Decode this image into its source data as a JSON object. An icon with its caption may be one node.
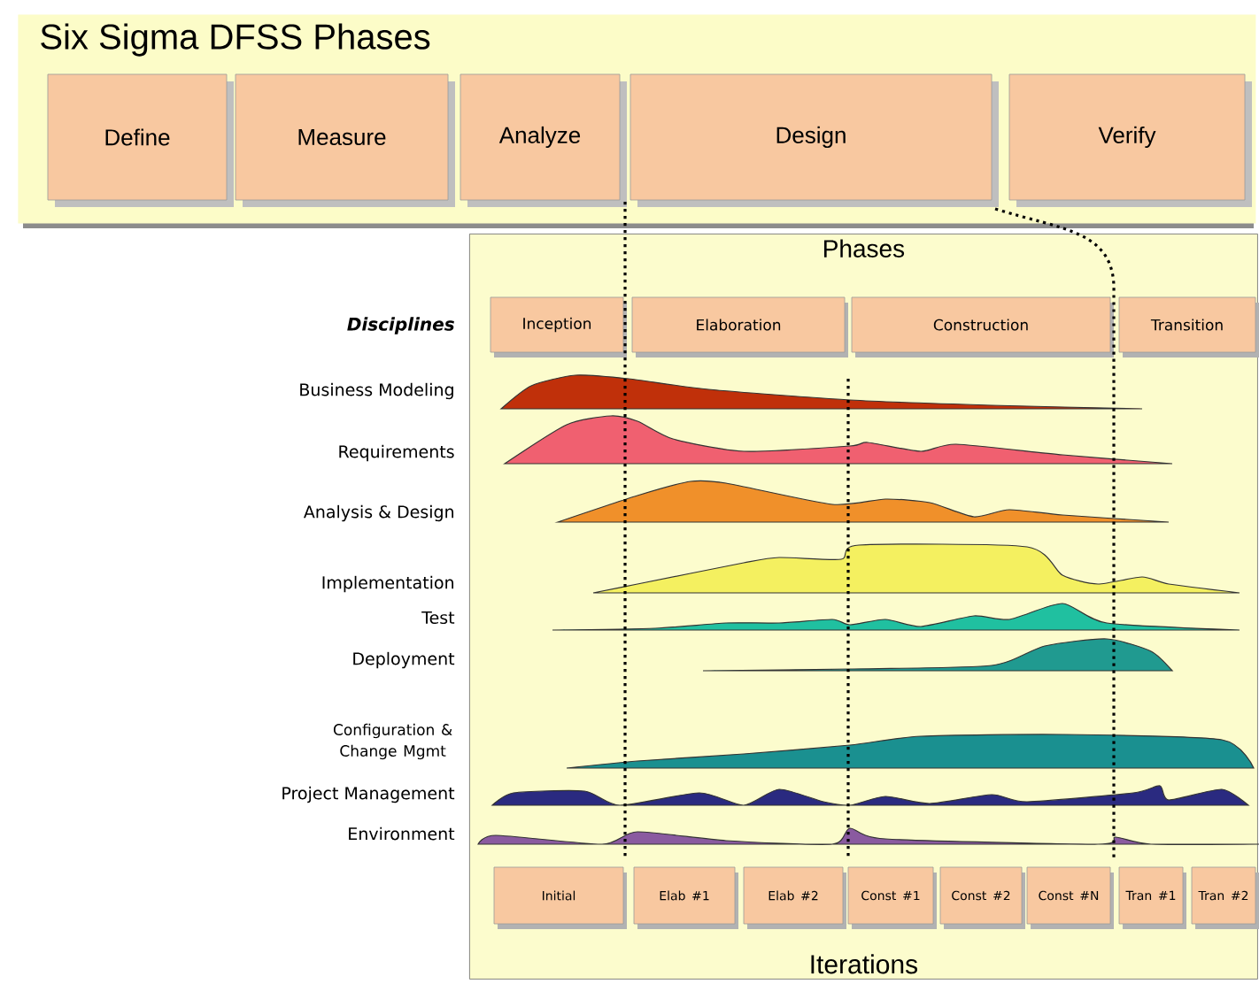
{
  "diagram": {
    "nodes": [
      {
        "text": [
          "Six Sigma DFSS Phases"
        ]
      },
      {
        "text": [
          "Define"
        ],
        "in": 0
      },
      {
        "text": [
          "Measure"
        ],
        "in": 0
      },
      {
        "text": [
          "Analyze"
        ],
        "in": 0
      },
      {
        "text": [
          "Design"
        ],
        "in": 0
      },
      {
        "text": [
          "Verify"
        ],
        "in": 0
      },
      {
        "text": [
          "Phases",
          "Iterations"
        ]
      },
      {
        "text": [
          "Inception"
        ],
        "in": 6
      },
      {
        "text": [
          "Elaboration"
        ],
        "in": 6
      },
      {
        "text": [
          "Construction"
        ],
        "in": 6
      },
      {
        "text": [
          "Transition"
        ],
        "in": 6
      },
      {
        "text": [
          "Initial"
        ],
        "in": 6
      },
      {
        "text": [
          "Elab #1"
        ],
        "in": 6
      },
      {
        "text": [
          "Elab #2"
        ],
        "in": 6
      },
      {
        "text": [
          "Const #1"
        ],
        "in": 6
      },
      {
        "text": [
          "Const #2"
        ],
        "in": 6
      },
      {
        "text": [
          "Const #N"
        ],
        "in": 6
      },
      {
        "text": [
          "Tran #1"
        ],
        "in": 6
      },
      {
        "text": [
          "Tran #2"
        ],
        "in": 6
      }
    ],
    "labels": [
      "Disciplines",
      "Business Modeling",
      "Requirements",
      "Analysis & Design",
      "Implementation",
      "Test",
      "Deployment",
      "Configuration & Change Mgmt",
      "Project Management",
      "Environment"
    ]
  }
}
